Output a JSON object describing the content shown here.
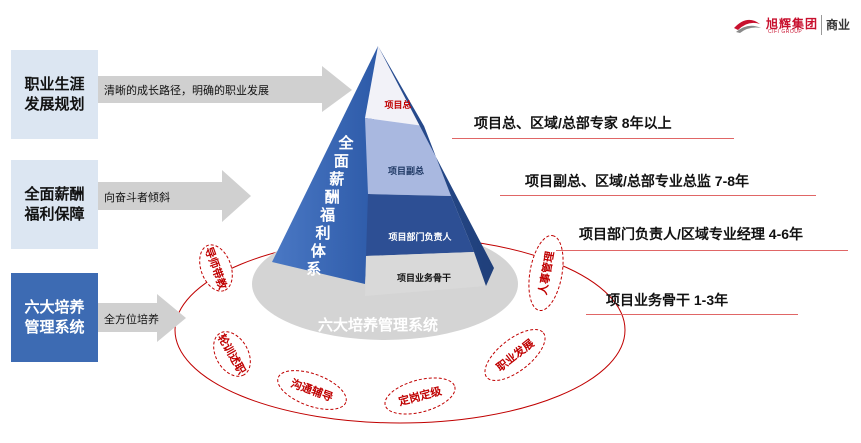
{
  "brand": {
    "name_cn": "旭辉集团",
    "name_en": "CIFI GROUP",
    "division": "商业",
    "color": "#c8102e"
  },
  "left_boxes": [
    {
      "label": "职业生涯\n发展规划",
      "arrow_text": "清晰的成长路径，明确的职业发展"
    },
    {
      "label": "全面薪酬\n福利保障",
      "arrow_text": "向奋斗者倾斜"
    },
    {
      "label": "六大培养\n管理系统",
      "arrow_text": "全方位培养"
    }
  ],
  "pyramid": {
    "face_title": "全面薪酬福利体系",
    "levels": [
      "项目总",
      "项目副总",
      "项目部门负责人",
      "项目业务骨干"
    ]
  },
  "levels_right": [
    "项目总、区域/总部专家  8年以上",
    "项目副总、区域/总部专业总监 7-8年",
    "项目部门负责人/区域专业经理 4-6年",
    "项目业务骨干  1-3年"
  ],
  "base_label": "六大培养管理系统",
  "systems": [
    "导师带教",
    "轮训述职",
    "沟通辅导",
    "定岗定级",
    "职业发展",
    "人事管理"
  ],
  "colors": {
    "box_light": "#dce6f2",
    "box_dark": "#3d6bb3",
    "accent_red": "#c00000",
    "pyramid_blue": "#2f5597"
  }
}
